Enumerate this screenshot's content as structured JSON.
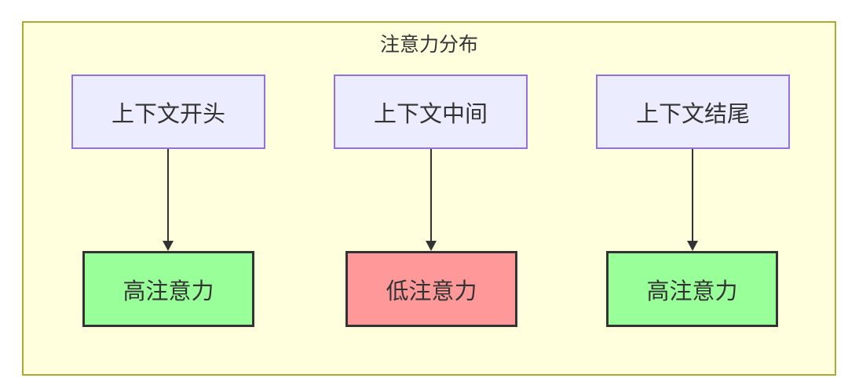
{
  "diagram": {
    "title": "注意力分布",
    "columns": [
      {
        "source": "上下文开头",
        "target": "高注意力",
        "level": "high"
      },
      {
        "source": "上下文中间",
        "target": "低注意力",
        "level": "low"
      },
      {
        "source": "上下文结尾",
        "target": "高注意力",
        "level": "high"
      }
    ],
    "colors": {
      "cluster_fill": "#ffffde",
      "cluster_border": "#aaaa33",
      "source_node_fill": "#ececff",
      "source_node_border": "#9370db",
      "high_attention_fill": "#99ff99",
      "low_attention_fill": "#ff9999",
      "result_node_border": "#333333",
      "text": "#333333",
      "arrow": "#333333"
    }
  }
}
